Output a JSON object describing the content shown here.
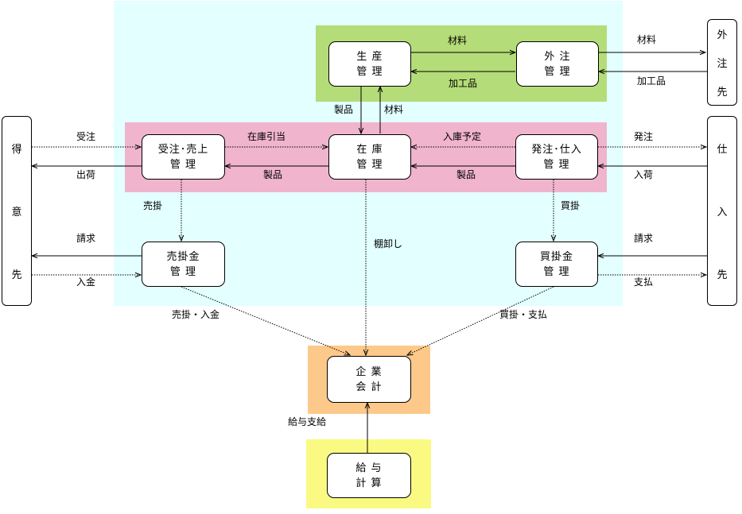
{
  "zones": {
    "colors": {
      "scope": "#e3ffff",
      "production": "#b4dc78",
      "inventory": "#f0b4cc",
      "accounting": "#fdc98a",
      "payroll": "#fafa82"
    }
  },
  "boxes": {
    "production_mgmt": [
      "生 産",
      "管 理"
    ],
    "outsourcing_mgmt": [
      "外 注",
      "管 理"
    ],
    "sales_mgmt": [
      "受注･売上",
      "管 理"
    ],
    "inventory_mgmt": [
      "在 庫",
      "管 理"
    ],
    "purchase_mgmt": [
      "発注･仕入",
      "管 理"
    ],
    "receivables_mgmt": [
      "売掛金",
      "管 理"
    ],
    "payables_mgmt": [
      "買掛金",
      "管 理"
    ],
    "corporate_accounting": [
      "企 業",
      "会 計"
    ],
    "payroll_calc": [
      "給 与",
      "計 算"
    ]
  },
  "externals": {
    "customer": [
      "得",
      "意",
      "先"
    ],
    "subcontractor": [
      "外",
      "注",
      "先"
    ],
    "supplier": [
      "仕",
      "入",
      "先"
    ]
  },
  "labels": {
    "material_1": "材料",
    "processed_1": "加工品",
    "material_2": "材料",
    "processed_2": "加工品",
    "product_up": "製品",
    "material_down": "材料",
    "order_received": "受注",
    "shipment": "出荷",
    "stock_allocation": "在庫引当",
    "product_left_1": "製品",
    "incoming_schedule": "入庫予定",
    "product_left_2": "製品",
    "purchase_order": "発注",
    "arrival": "入荷",
    "credit_sales": "売掛",
    "credit_purchase": "買掛",
    "stocktaking": "棚卸し",
    "billing_left": "請求",
    "deposit": "入金",
    "billing_right": "請求",
    "payment": "支払",
    "sales_deposit": "売掛・入金",
    "purchase_payment": "買掛・支払",
    "salary_payment": "給与支給"
  }
}
